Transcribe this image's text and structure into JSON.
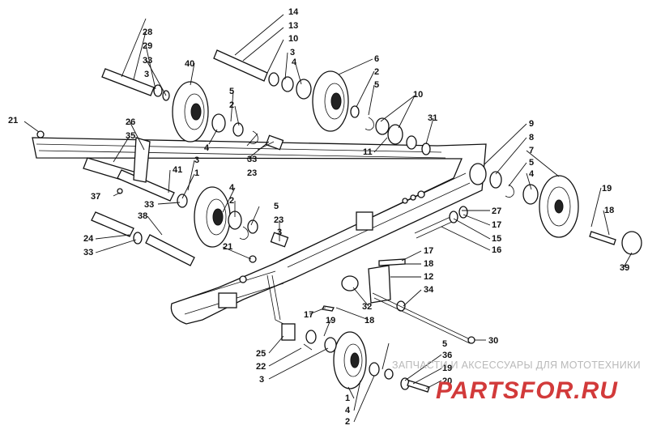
{
  "diagram": {
    "callouts": [
      {
        "id": "c1",
        "text": "1"
      },
      {
        "id": "c2",
        "text": "2"
      },
      {
        "id": "c3",
        "text": "3"
      },
      {
        "id": "c4",
        "text": "4"
      },
      {
        "id": "c5",
        "text": "5"
      },
      {
        "id": "c6",
        "text": "6"
      },
      {
        "id": "c7",
        "text": "7"
      },
      {
        "id": "c8",
        "text": "8"
      },
      {
        "id": "c9",
        "text": "9"
      },
      {
        "id": "c10",
        "text": "10"
      },
      {
        "id": "c11",
        "text": "11"
      },
      {
        "id": "c12",
        "text": "12"
      },
      {
        "id": "c13",
        "text": "13"
      },
      {
        "id": "c14",
        "text": "14"
      },
      {
        "id": "c15",
        "text": "15"
      },
      {
        "id": "c16",
        "text": "16"
      },
      {
        "id": "c17",
        "text": "17"
      },
      {
        "id": "c18",
        "text": "18"
      },
      {
        "id": "c19",
        "text": "19"
      },
      {
        "id": "c20",
        "text": "20"
      },
      {
        "id": "c21",
        "text": "21"
      },
      {
        "id": "c22",
        "text": "22"
      },
      {
        "id": "c23",
        "text": "23"
      },
      {
        "id": "c24",
        "text": "24"
      },
      {
        "id": "c25",
        "text": "25"
      },
      {
        "id": "c26",
        "text": "26"
      },
      {
        "id": "c27",
        "text": "27"
      },
      {
        "id": "c28",
        "text": "28"
      },
      {
        "id": "c29",
        "text": "29"
      },
      {
        "id": "c30",
        "text": "30"
      },
      {
        "id": "c31",
        "text": "31"
      },
      {
        "id": "c32",
        "text": "32"
      },
      {
        "id": "c33",
        "text": "33"
      },
      {
        "id": "c34",
        "text": "34"
      },
      {
        "id": "c35",
        "text": "35"
      },
      {
        "id": "c36",
        "text": "36"
      },
      {
        "id": "c37",
        "text": "37"
      },
      {
        "id": "c38",
        "text": "38"
      },
      {
        "id": "c39",
        "text": "39"
      },
      {
        "id": "c40",
        "text": "40"
      },
      {
        "id": "c41",
        "text": "41"
      }
    ]
  },
  "watermark": {
    "line1": "ЗАПЧАСТИ И АКСЕССУАРЫ ДЛЯ МОТОТЕХНИКИ",
    "brand": "PARTSFOR.RU",
    "color": "#d23a3a"
  }
}
